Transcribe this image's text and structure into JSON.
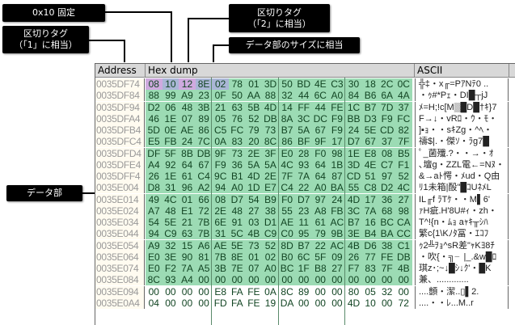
{
  "callouts": {
    "fixed": "0x10 固定",
    "tag1_line1": "区切りタグ",
    "tag1_line2": "（「1」に相当）",
    "tag2_line1": "区切りタグ",
    "tag2_line2": "（「2」に相当）",
    "size": "データ部のサイズに相当",
    "data": "データ部"
  },
  "headers": {
    "address": "Address",
    "hex": "Hex dump",
    "ascii": "ASCII"
  },
  "colors": {
    "green": "#9cdbb4",
    "purple": "#cfaadf",
    "blue": "#aab6d6",
    "cream": "#fffbf0"
  },
  "rows": [
    {
      "addr": "0035DF74",
      "hex": "08 10 12 8E 02 78 01 3D 50 BD 4E C3 30 18 2C 0C",
      "ascii": "╬‡・x╓=PｱNﾃ0 .."
    },
    {
      "addr": "0035DF84",
      "hex": "88 99 A9 23 0F 50 AA 88 32 44 6C A0 84 B6 6A 4A",
      "ascii": "・ｩ#*Pｪ・DI█┬jJ"
    },
    {
      "addr": "0035DF94",
      "hex": "D2 06 48 3B 21 63 5B 4D 14 FF 44 FE 1C B7 7D 37",
      "ascii": "ﾒ=H;!c[M▒█D█†ｷ}7"
    },
    {
      "addr": "0035DFA4",
      "hex": "46 1E 07 89 05 76 52 DB 8A 3C DC F9 BB D3 F9 FC",
      "ascii": "F→↓・vRﾛ・ｳ・ﾓ・"
    },
    {
      "addr": "0035DFB4",
      "hex": "5D 0E AE 86 C5 FC 79 73 B7 5A 67 F9 24 5E CD 82",
      "ascii": "]▪ｮ・・sｷZg・^ﾍ・"
    },
    {
      "addr": "0035DFC4",
      "hex": "E5 FB 24 7C 0A 83 20 8C 86 BF 9F 17 D7 67 37 7F",
      "ascii": "禱$|.・傑ｿ・ﾗg7█"
    },
    {
      "addr": "0035DFD4",
      "hex": "DF 5F 8B DB 9F 73 2E 3F E0 28 F0 98 1E E8 08 B5",
      "ascii": "ﾟ_菌殲.?・・→・ｵ"
    },
    {
      "addr": "0035DFE4",
      "hex": "A4 92 64 67 F9 36 5A 5A 4C 93 64 1B 3D 4E C7 F1",
      "ascii": "､壇g・ZZL電←=Nﾇ・"
    },
    {
      "addr": "0035DFF4",
      "hex": "26 1E 61 C4 9C B1 4D 2E 7F 7A 64 87 CD 51 97 52",
      "ascii": "&→aﾄ愕・ﾒud・Q由"
    },
    {
      "addr": "0035E004",
      "hex": "D8 31 96 A2 94 A0 1D E7 C4 22 A0 BA 55 C8 D2 4C",
      "ascii": "ﾘ1未箱|酘\"█ｺUﾈﾒL"
    },
    {
      "addr": "0035E014",
      "hex": "49 4C 01 66 08 D7 54 B9 F0 D7 97 24 4D 17 36 27",
      "ascii": "IL╓f ﾗTｹ・・M▌6'"
    },
    {
      "addr": "0035E024",
      "hex": "A7 48 E1 72 2E 48 27 38 55 23 A8 FB 3C 7A 68 98",
      "ascii": "ｧH疵.H'8U#ｨ・zh・"
    },
    {
      "addr": "0035E034",
      "hex": "54 5E 21 7B 6E 91 03 D1 AE 11 61 AC B7 16 BC CA",
      "ascii": "T^!{n・ﾑｮ aｬｷ╥ｼﾊ"
    },
    {
      "addr": "0035E044",
      "hex": "94 C9 63 7B 31 5C 4B C9 C0 95 79 9B 3E B4 BA CC",
      "ascii": "繁c{1\\Kﾉﾀ冨・ｴｺﾌ"
    },
    {
      "addr": "0035E054",
      "hex": "A9 32 15 A6 AE 5E 73 52 8D B7 22 AC 4B D6 38 C1",
      "ascii": "ｩ2╩ｦｮ^sR差\"ｬKﾖ8ﾁ"
    },
    {
      "addr": "0035E064",
      "hex": "E0 3E 90 81 7B 8E 01 02 B0 6C 5F 09 26 77 FE DB",
      "ascii": "・吹{・╗╴|_.&w█ﾛ"
    },
    {
      "addr": "0035E074",
      "hex": "E0 F2 7A A5 3B 7E 07 A0 BC 1F B8 27 F7 83 7F 4B",
      "ascii": "琪z･;~↓█ｼ↓ｸ'・█K"
    },
    {
      "addr": "0035E084",
      "hex": "8C 93 A4 00 00 00 00 00 00 00 00 00 00 00 00 00",
      "ascii": "兼、............."
    },
    {
      "addr": "0035E094",
      "hex": "00 00 00 00 E8 FA FE 0A 8C 89 00 00 80 05 32 00",
      "ascii": "....顫・潔..▯▌2."
    },
    {
      "addr": "0035E0A4",
      "hex": "04 00 00 00 FD FA FE 19 DA 00 00 00 4D 10 00 72",
      "ascii": "....・・ﾚ...M..r"
    }
  ],
  "green_rows": 18
}
